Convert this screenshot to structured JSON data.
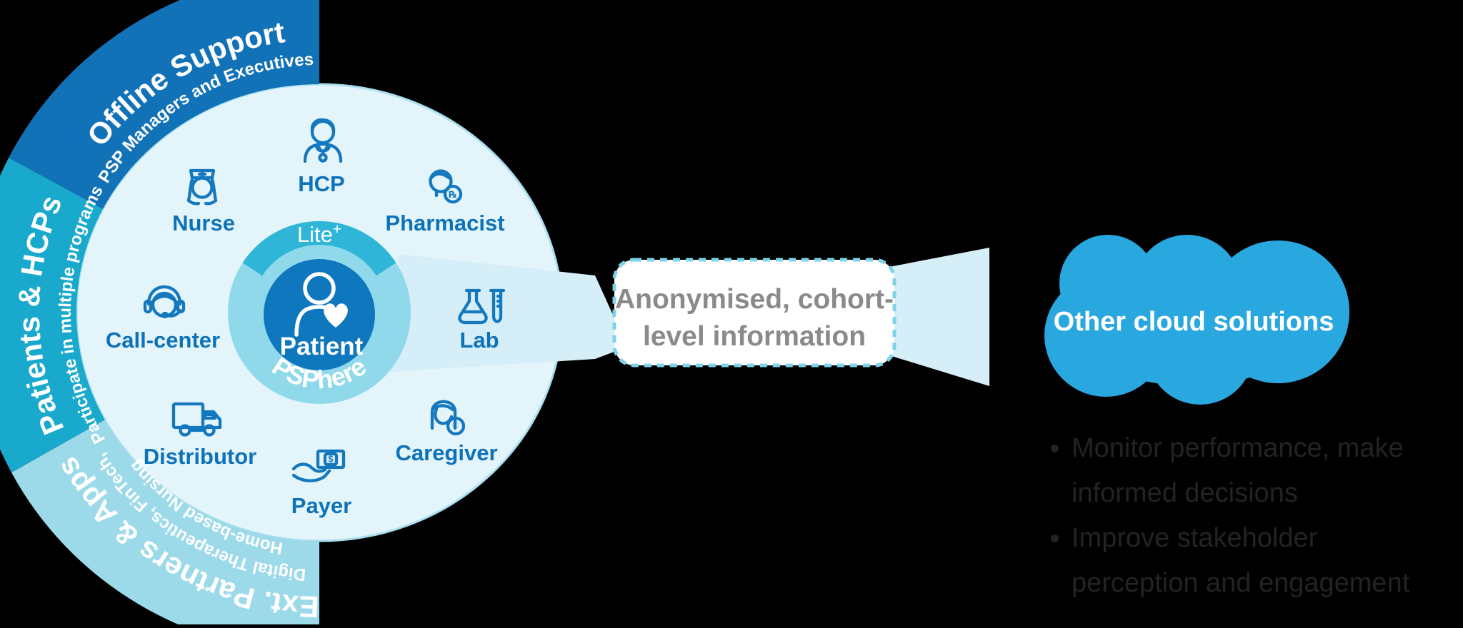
{
  "palette": {
    "background": "#000000",
    "segment_offline": "#1272b8",
    "segment_patients": "#19a9cc",
    "segment_partners": "#9cdaea",
    "disc": "#e4f4fb",
    "inner_ring": "#8fd9eb",
    "lite_sector": "#2eb5d8",
    "patient_circle": "#0e77bd",
    "icon_blue": "#1478be",
    "label_blue": "#0d72b9",
    "beam": "#d6eef7",
    "box_border": "#7fd3e8",
    "box_text_gray": "#8a8a8a",
    "cloud_blue": "#29a7df"
  },
  "diagram": {
    "segments": [
      {
        "id": "offline-support",
        "title": "Offline Support",
        "subtitle": "PSP Managers and Executives",
        "color": "#1272b8"
      },
      {
        "id": "patients-hcps",
        "title": "Patients & HCPs",
        "subtitle": "Participate in multiple programs",
        "color": "#19a9cc"
      },
      {
        "id": "ext-partners-apps",
        "title": "Ext. Partners & Apps",
        "subtitle_line1": "Digital Therapeutics, FinTech,",
        "subtitle_line2": "Home-based Nursing",
        "color": "#9cdaea"
      }
    ],
    "stakeholders": [
      {
        "label": "HCP",
        "icon": "doctor-icon"
      },
      {
        "label": "Nurse",
        "icon": "nurse-icon"
      },
      {
        "label": "Pharmacist",
        "icon": "pharmacist-icon"
      },
      {
        "label": "Call-center",
        "icon": "headset-icon"
      },
      {
        "label": "Lab",
        "icon": "lab-flask-icon"
      },
      {
        "label": "Distributor",
        "icon": "truck-icon"
      },
      {
        "label": "Payer",
        "icon": "payment-hand-icon"
      },
      {
        "label": "Caregiver",
        "icon": "caregiver-icon"
      }
    ],
    "core": {
      "tier": "Lite",
      "tier_sup": "+",
      "center_label": "Patient",
      "platform": "PSPhere"
    },
    "badges": {
      "rx": "℞",
      "heart": "♡",
      "dollar": "$"
    }
  },
  "flow_box": {
    "line1": "Anonymised, cohort-",
    "line2": "level information"
  },
  "cloud": {
    "label": "Other cloud solutions"
  },
  "benefits": [
    "Monitor performance, make informed decisions",
    "Improve stakeholder perception and engagement"
  ]
}
